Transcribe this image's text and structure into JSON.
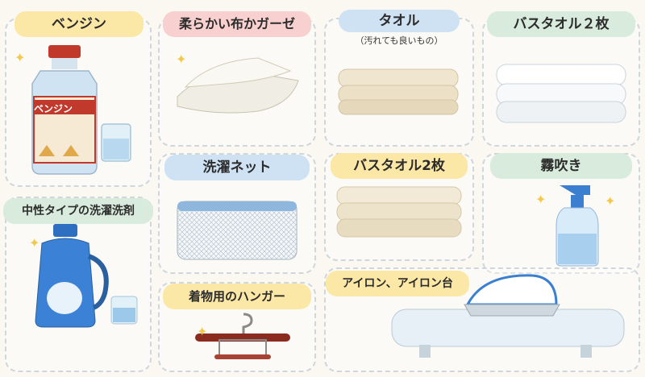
{
  "items": [
    {
      "label": "ベンジン"
    },
    {
      "label": "柔らかい布かガーゼ"
    },
    {
      "label": "タオル",
      "sub": "（汚れても良いもの）"
    },
    {
      "label": "バスタオル２枚"
    },
    {
      "label": "中性タイプの洗濯洗剤"
    },
    {
      "label": "洗濯ネット"
    },
    {
      "label": "バスタオル2枚"
    },
    {
      "label": "霧吹き"
    },
    {
      "label": "着物用のハンガー"
    },
    {
      "label": "アイロン、アイロン台"
    }
  ],
  "bottle_label": "ベンジン",
  "colors": {
    "yellow_tab": "#fbe7a6",
    "pink_tab": "#f8d0d0",
    "blue_tab": "#cfe2f3",
    "green_tab": "#d8ebdc"
  }
}
